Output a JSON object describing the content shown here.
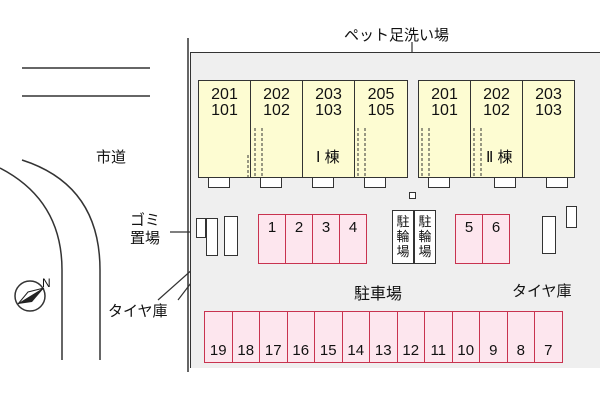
{
  "road_label": "市道",
  "building1": {
    "label": "Ⅰ 棟",
    "units": [
      {
        "top": "201",
        "bottom": "101"
      },
      {
        "top": "202",
        "bottom": "102"
      },
      {
        "top": "203",
        "bottom": "103"
      },
      {
        "top": "205",
        "bottom": "105"
      }
    ]
  },
  "building2": {
    "label": "Ⅱ 棟",
    "units": [
      {
        "top": "201",
        "bottom": "101"
      },
      {
        "top": "202",
        "bottom": "102"
      },
      {
        "top": "203",
        "bottom": "103"
      }
    ]
  },
  "pet_wash_label": "ペット足洗い場",
  "garbage_label_1": "ゴミ",
  "garbage_label_2": "置場",
  "tire_storage_left": "タイヤ庫",
  "tire_storage_right": "タイヤ庫",
  "parking_label": "駐車場",
  "bike_parking": [
    "駐",
    "輪",
    "場"
  ],
  "parking_top_left": [
    "1",
    "2",
    "3",
    "4"
  ],
  "parking_top_right": [
    "5",
    "6"
  ],
  "parking_bottom": [
    "19",
    "18",
    "17",
    "16",
    "15",
    "14",
    "13",
    "12",
    "11",
    "10",
    "9",
    "8",
    "7"
  ],
  "compass_letter": "N",
  "colors": {
    "building_fill": "#fdfcd2",
    "parking_fill": "#fde6ee",
    "parking_border": "#c8334f",
    "lot_fill": "#efefef"
  }
}
